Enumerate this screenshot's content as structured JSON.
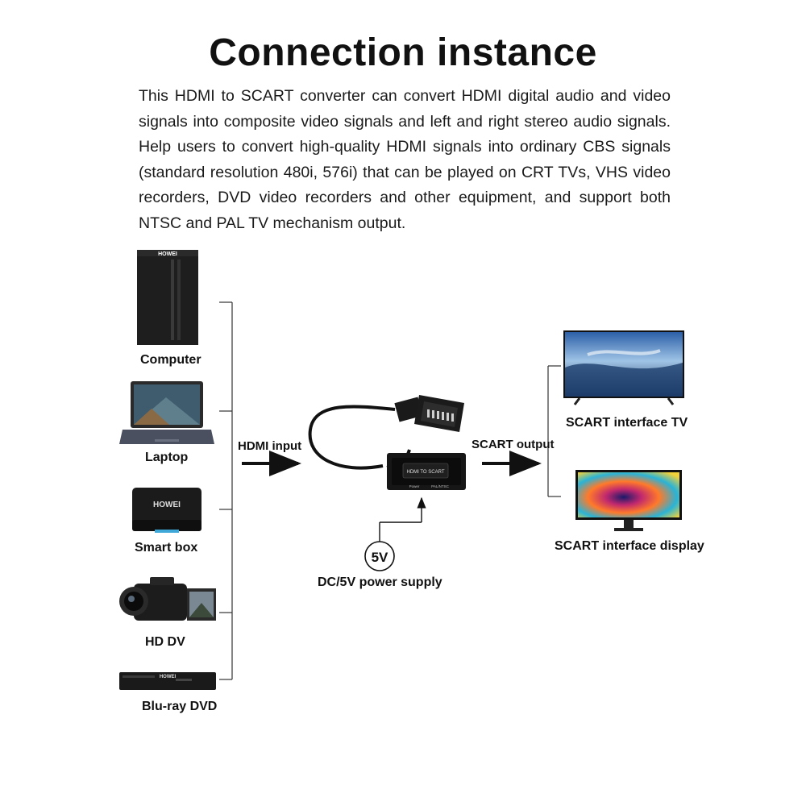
{
  "title": "Connection instance",
  "description": "This HDMI to SCART converter can convert HDMI digital audio and video signals into composite video signals and left and right stereo audio signals. Help users to convert high-quality HDMI signals into ordinary CBS signals (standard resolution 480i, 576i) that can be played on CRT TVs, VHS video recorders, DVD video recorders and other equipment, and support both NTSC and PAL TV mechanism output.",
  "inputs": {
    "devices": [
      {
        "label": "Computer",
        "icon": "computer-tower-icon",
        "brand": "HOWEI"
      },
      {
        "label": "Laptop",
        "icon": "laptop-icon"
      },
      {
        "label": "Smart box",
        "icon": "smart-box-icon",
        "brand": "HOWEI"
      },
      {
        "label": "HD DV",
        "icon": "camcorder-icon"
      },
      {
        "label": "Blu-ray DVD",
        "icon": "bluray-player-icon",
        "brand": "HOWEI"
      }
    ],
    "arrow_label": "HDMI input"
  },
  "converter": {
    "face_text": "HDMI TO SCART",
    "port_labels": [
      "Power",
      "PAL/NTSC"
    ],
    "icon": "hdmi-to-scart-converter-icon"
  },
  "power": {
    "badge": "5V",
    "label": "DC/5V power supply"
  },
  "outputs": {
    "arrow_label": "SCART output",
    "devices": [
      {
        "label": "SCART interface TV",
        "icon": "tv-icon"
      },
      {
        "label": "SCART interface display",
        "icon": "monitor-icon"
      }
    ]
  },
  "colors": {
    "text": "#111111",
    "line": "#333333",
    "device_dark": "#1c1c1c"
  }
}
